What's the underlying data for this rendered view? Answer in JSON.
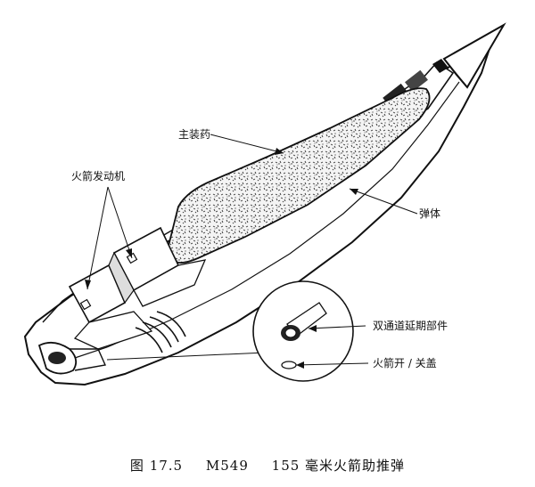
{
  "labels": {
    "main_charge": "主装药",
    "rocket_motor": "火箭发动机",
    "projectile_body": "弹体",
    "dual_channel_delay": "双通道延期部件",
    "rocket_switch_cover": "火箭开 / 关盖"
  },
  "caption": {
    "figure_number": "图 17.5",
    "model": "M549",
    "description": "155 毫米火箭助推弹"
  }
}
